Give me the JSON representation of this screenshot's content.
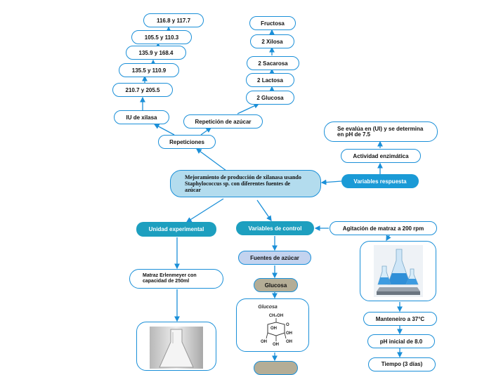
{
  "main_topic": "Mejoramiento de producción de xilanasa usando Staphylococcus sp. con diferentes fuentes de azúcar",
  "repeticiones": {
    "label": "Repeticiones",
    "iu": {
      "label": "IU de xilasa",
      "values": [
        "210.7 y 205.5",
        "135.5 y 110.9",
        "135.9 y 168.4",
        "105.5 y 110.3",
        "116.8 y 117.7"
      ]
    },
    "azucar": {
      "label": "Repetición de azúcar",
      "values": [
        "2 Glucosa",
        "2 Lactosa",
        "2 Sacarosa",
        "2 Xilosa",
        "Fructosa"
      ]
    }
  },
  "variables_respuesta": {
    "label": "Variables respuesta",
    "items": [
      "Actividad enzimática",
      "Se evalúa en (UI) y se determina en pH de 7.5"
    ]
  },
  "unidad_experimental": {
    "label": "Unidad experimental",
    "item": "Matraz Erlenmeyer con capacidad de 250ml",
    "image_icon": "erlenmeyer-flask-photo"
  },
  "variables_control": {
    "label": "Variables de control",
    "fuentes": "Fuentes de azúcar",
    "glucosa": "Glucosa",
    "glucosa_structure": {
      "title": "Glucosa",
      "ch2oh": "CH₂OH",
      "oh": "OH",
      "o": "O"
    },
    "agitacion": "Agitación de matraz a 200 rpm",
    "shaker_icon": "shaker-flasks-photo",
    "conditions": [
      "Manteneiro a 37°C",
      "pH inicial de 8.0",
      "Tiempo (3 días)"
    ]
  },
  "colors": {
    "line": "#1a8fd8",
    "main_fill": "#b3dcee",
    "accent": "#1a9ad6",
    "teal": "#1d9fbf",
    "lavender": "#c3d3ef",
    "khaki": "#b4ad96"
  }
}
